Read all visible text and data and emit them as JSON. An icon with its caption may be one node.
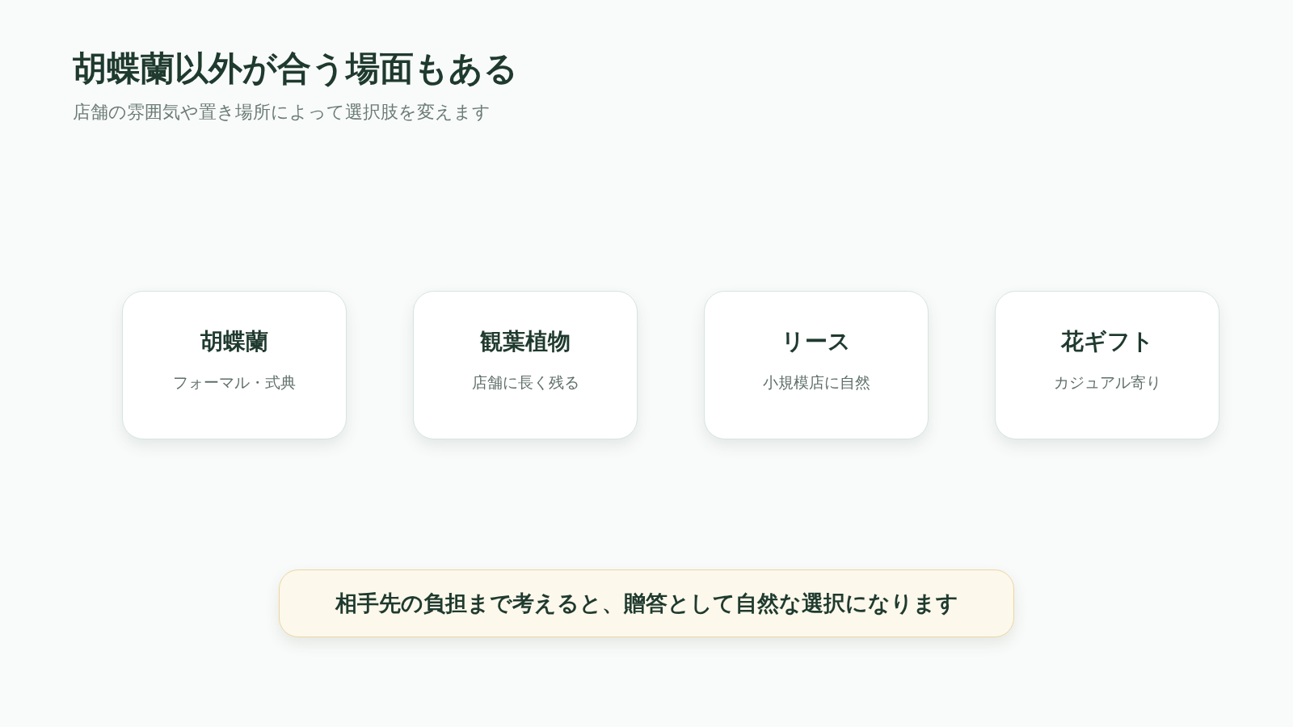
{
  "diagram": {
    "title": "胡蝶蘭以外が合う場面もある",
    "nodes": [
      {
        "text": [
          "胡蝶蘭",
          "フォーマル・式典"
        ]
      },
      {
        "text": [
          "観葉植物",
          "店舗に長く残る"
        ]
      },
      {
        "text": [
          "リース",
          "小規模店に自然"
        ]
      },
      {
        "text": [
          "花ギフト",
          "カジュアル寄り"
        ]
      },
      {
        "text": [
          "相手先の負担まで考えると、贈答として自然な選択になります"
        ]
      }
    ],
    "labels": [
      "店舗の雰囲気や置き場所によって選択肢を変えます"
    ]
  }
}
